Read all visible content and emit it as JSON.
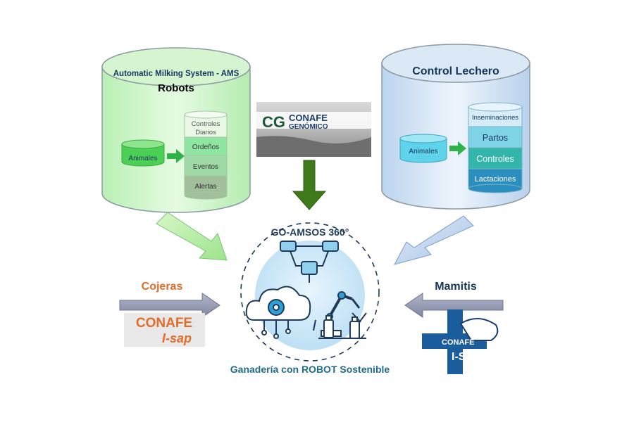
{
  "ams": {
    "title": "Automatic Milking System - AMS",
    "subtitle": "Robots",
    "source_label": "Animales",
    "stack": [
      "Controles Diarios",
      "Ordeños",
      "Eventos",
      "Alertas"
    ]
  },
  "control": {
    "title": "Control  Lechero",
    "source_label": "Animales",
    "stack": [
      "Inseminaciones",
      "Partos",
      "Controles",
      "Lactaciones"
    ]
  },
  "genomico": {
    "line1": "CONAFE",
    "line2": "GENÓMICO",
    "mark": "CG"
  },
  "center": {
    "title": "GO-AMSOS 360°",
    "caption": "Ganadería con ROBOT Sostenible"
  },
  "cojeras": {
    "label": "Cojeras",
    "logo_top": "CONAFE",
    "logo_bottom": "I-sap"
  },
  "mamitis": {
    "label": "Mamitis",
    "logo_top": "CONAFE",
    "logo_bottom": "I-SA"
  },
  "colors": {
    "green": "#2db34a",
    "blue_title": "#17375e",
    "orange": "#e36c2a",
    "dark_green": "#4a7a1f",
    "teal": "#1f6b8a"
  }
}
